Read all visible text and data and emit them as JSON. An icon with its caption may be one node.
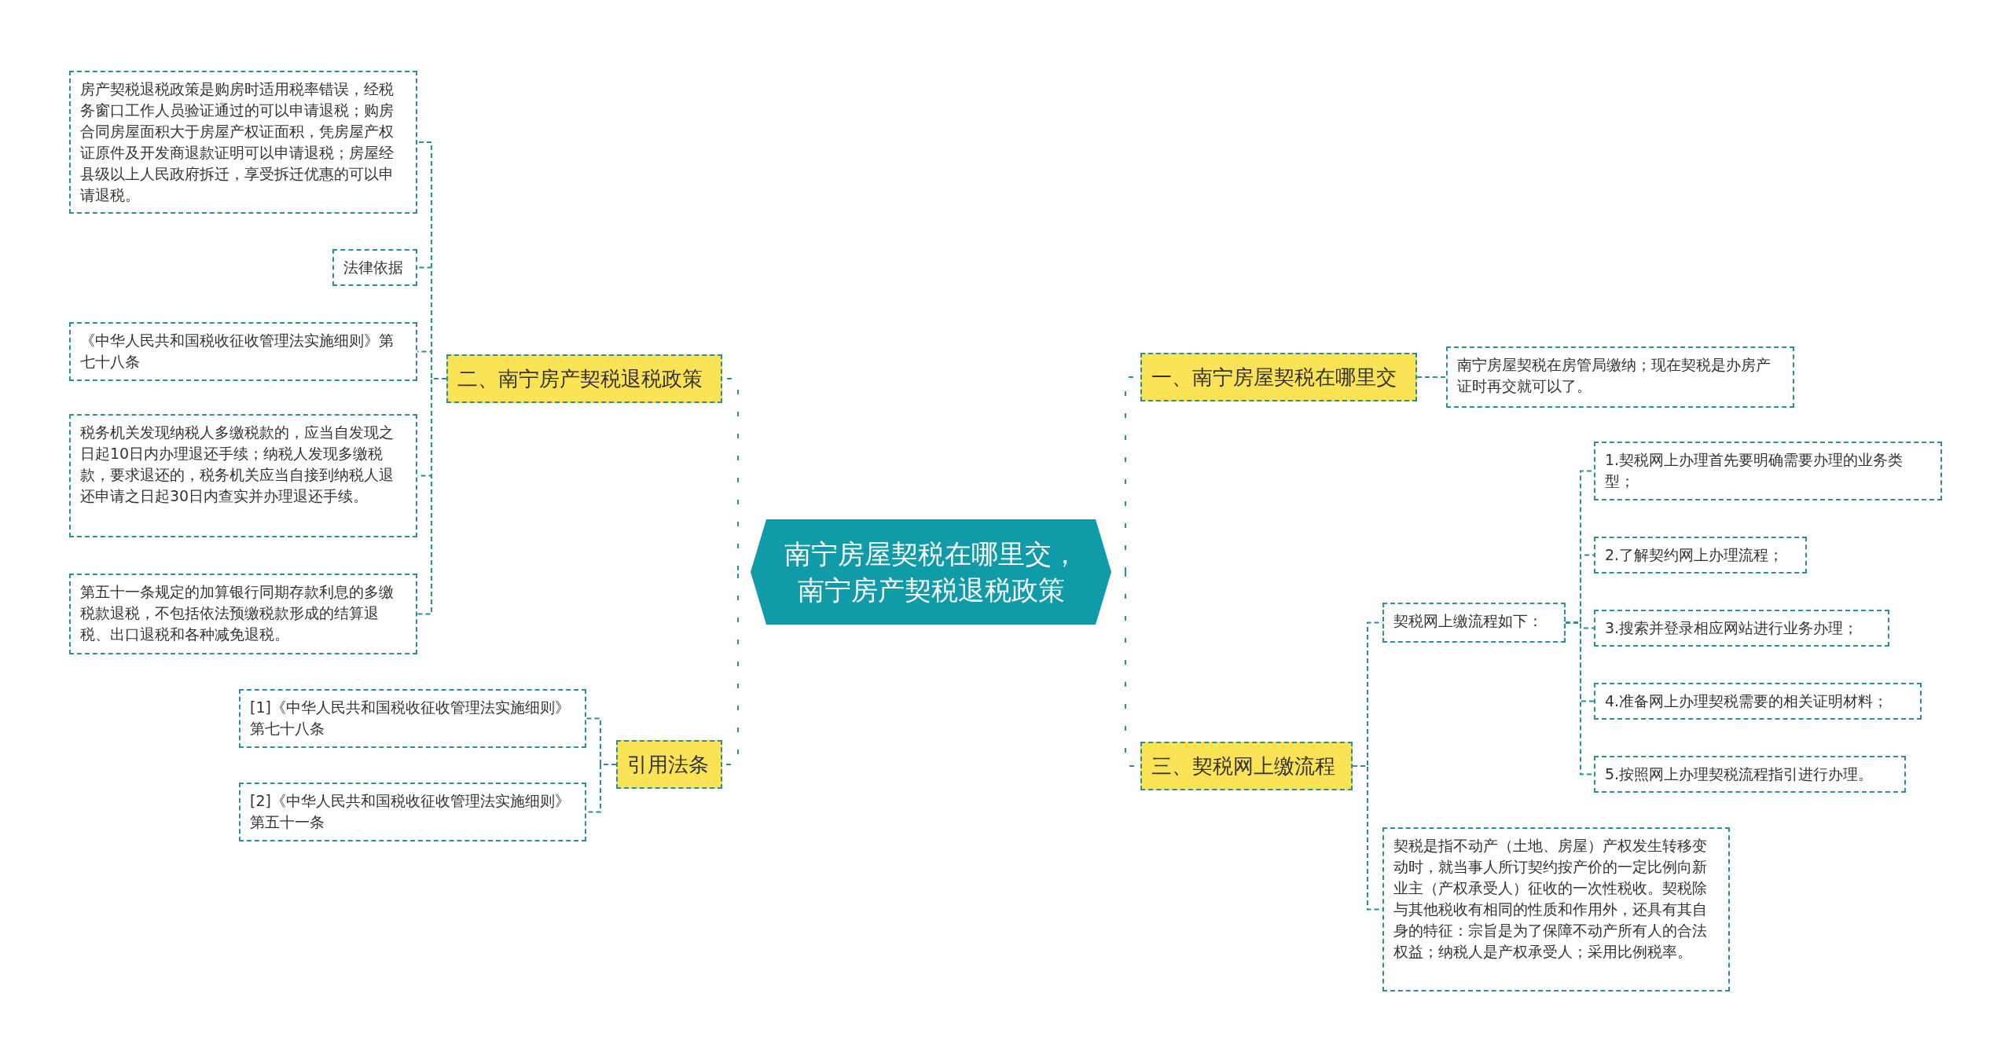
{
  "diagram": {
    "nodes": [
      {
        "text": [
          "南宁房屋契税在哪里交，南宁房产契税退税政策"
        ]
      },
      {
        "text": [
          "一、南宁房屋契税在哪里交"
        ]
      },
      {
        "text": [
          "南宁房屋契税在房管局缴纳；现在契税是办房产证时再交就可以了。"
        ]
      },
      {
        "text": [
          "二、南宁房产契税退税政策"
        ]
      },
      {
        "text": [
          "房产契税退税政策是购房时适用税率错误，经税务窗口工作人员验证通过的可以申请退税；购房合同房屋面积大于房屋产权证面积，凭房屋产权证原件及开发商退款证明可以申请退税；房屋经县级以上人民政府拆迁，享受拆迁优惠的可以申请退税。"
        ]
      },
      {
        "text": [
          "法律依据"
        ]
      },
      {
        "text": [
          "《中华人民共和国税收征收管理法实施细则》第七十八条"
        ]
      },
      {
        "text": [
          "税务机关发现纳税人多缴税款的，应当自发现之日起10日内办理退还手续；纳税人发现多缴税款，要求退还的，税务机关应当自接到纳税人退还申请之日起30日内查实并办理退还手续。"
        ]
      },
      {
        "text": [
          "第五十一条规定的加算银行同期存款利息的多缴税款退税，不包括依法预缴税款形成的结算退税、出口退税和各种减免退税。"
        ]
      },
      {
        "text": [
          "引用法条"
        ]
      },
      {
        "text": [
          "[1]《中华人民共和国税收征收管理法实施细则》第七十八条"
        ]
      },
      {
        "text": [
          "[2]《中华人民共和国税收征收管理法实施细则》第五十一条"
        ]
      },
      {
        "text": [
          "三、契税网上缴流程"
        ]
      },
      {
        "text": [
          "契税网上缴流程如下："
        ]
      },
      {
        "text": [
          "1.契税网上办理首先要明确需要办理的业务类型；"
        ]
      },
      {
        "text": [
          "2.了解契约网上办理流程；"
        ]
      },
      {
        "text": [
          "3.搜索并登录相应网站进行业务办理；"
        ]
      },
      {
        "text": [
          "4.准备网上办理契税需要的相关证明材料；"
        ]
      },
      {
        "text": [
          "5.按照网上办理契税流程指引进行办理。"
        ]
      },
      {
        "text": [
          "契税是指不动产（土地、房屋）产权发生转移变动时，就当事人所订契约按产价的一定比例向新业主（产权承受人）征收的一次性税收。契税除与其他税收有相同的性质和作用外，还具有其自身的特征：宗旨是为了保障不动产所有人的合法权益；纳税人是产权承受人；采用比例税率。"
        ]
      }
    ],
    "edges": [
      {
        "from": 0,
        "to": 1,
        "arrow": "none"
      },
      {
        "from": 1,
        "to": 2,
        "arrow": "none"
      },
      {
        "from": 0,
        "to": 3,
        "arrow": "none"
      },
      {
        "from": 3,
        "to": 4,
        "arrow": "none"
      },
      {
        "from": 3,
        "to": 5,
        "arrow": "none"
      },
      {
        "from": 3,
        "to": 6,
        "arrow": "none"
      },
      {
        "from": 3,
        "to": 7,
        "arrow": "none"
      },
      {
        "from": 3,
        "to": 8,
        "arrow": "none"
      },
      {
        "from": 0,
        "to": 9,
        "arrow": "none"
      },
      {
        "from": 9,
        "to": 10,
        "arrow": "none"
      },
      {
        "from": 9,
        "to": 11,
        "arrow": "none"
      },
      {
        "from": 0,
        "to": 12,
        "arrow": "none"
      },
      {
        "from": 12,
        "to": 13,
        "arrow": "none"
      },
      {
        "from": 13,
        "to": 14,
        "arrow": "none"
      },
      {
        "from": 13,
        "to": 15,
        "arrow": "none"
      },
      {
        "from": 13,
        "to": 16,
        "arrow": "none"
      },
      {
        "from": 13,
        "to": 17,
        "arrow": "none"
      },
      {
        "from": 13,
        "to": 18,
        "arrow": "none"
      },
      {
        "from": 12,
        "to": 19,
        "arrow": "none"
      }
    ]
  }
}
